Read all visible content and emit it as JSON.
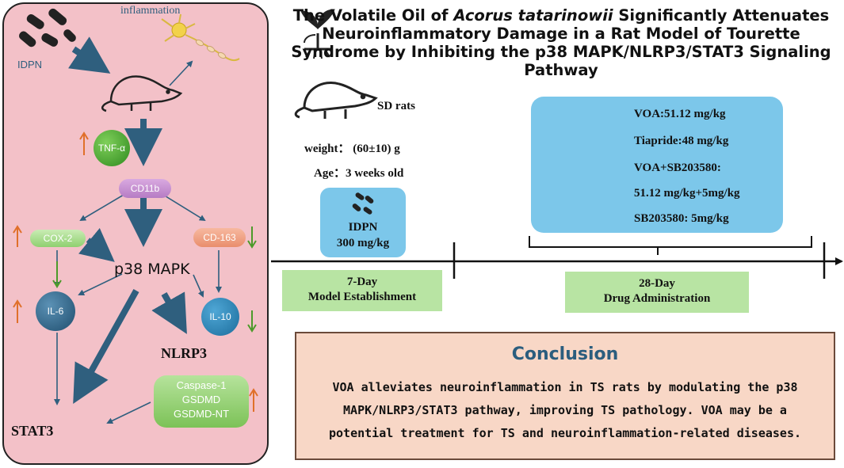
{
  "title": {
    "pre": "The Volatile Oil of ",
    "italic": "Acorus tatarinowii",
    "post": " Significantly Attenuates Neuroinflammatory Damage in a Rat Model of Tourette Syndrome by Inhibiting the p38 MAPK/NLRP3/STAT3 Signaling Pathway"
  },
  "pathway": {
    "inflammation": "inflammation",
    "idpn": "IDPN",
    "tnf": "TNF-α",
    "cd11b": "CD11b",
    "cox2": "COX-2",
    "cd163": "CD-163",
    "p38": "p38 MAPK",
    "il6": "IL-6",
    "il10": "IL-10",
    "nlrp3": "NLRP3",
    "stat3": "STAT3",
    "caspase": [
      "Caspase-1",
      "GSDMD",
      "GSDMD-NT"
    ]
  },
  "rats": {
    "label": "SD rats",
    "weight": "weight：  (60±10) g",
    "age": "Age：3 weeks old"
  },
  "idpn_box": {
    "name": "IDPN",
    "dose": "300 mg/kg"
  },
  "doses": [
    "VOA:51.12 mg/kg",
    "Tiapride:48 mg/kg",
    "VOA+SB203580:",
    "51.12 mg/kg+5mg/kg",
    "SB203580: 5mg/kg"
  ],
  "timeline": {
    "phase1": [
      "7-Day",
      "Model Establishment"
    ],
    "phase2": [
      "28-Day",
      "Drug Administration"
    ]
  },
  "conclusion": {
    "title": "Conclusion",
    "body": "VOA alleviates neuroinflammation in TS rats by modulating the p38 MAPK/NLRP3/STAT3 pathway, improving TS pathology. VOA may be a potential treatment for TS and neuroinflammation-related diseases."
  },
  "colors": {
    "panel_bg": "#f3c1c8",
    "arrow_blue": "#2f5f7e",
    "box_blue": "#7cc7ea",
    "label_green": "#b8e4a3",
    "conclusion_bg": "#f8d7c6",
    "conclusion_title": "#2b5d7e",
    "up_arrow": "#e0702a",
    "down_arrow": "#4c9a2a"
  }
}
